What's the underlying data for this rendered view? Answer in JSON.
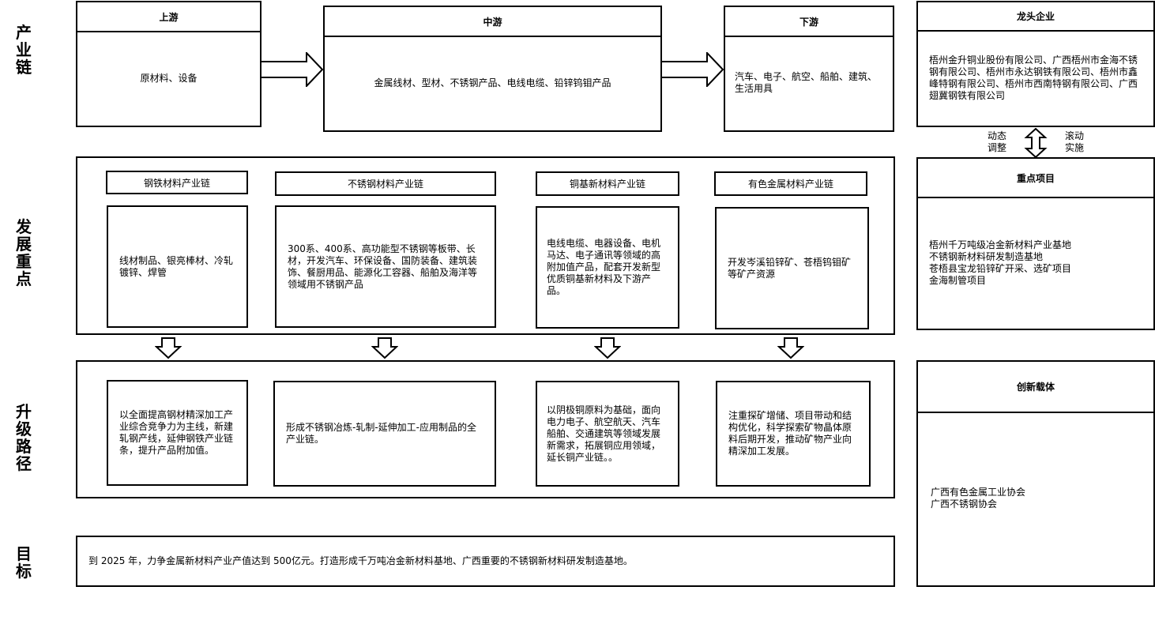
{
  "side_labels": {
    "chain": "产业链",
    "focus": "发展重点",
    "path": "升级路径",
    "goal": "目标"
  },
  "chain": {
    "upstream": {
      "title": "上游",
      "text": "原材料、设备"
    },
    "midstream": {
      "title": "中游",
      "text": "金属线材、型材、不锈钢产品、电线电缆、铅锌钨钼产品"
    },
    "downstream": {
      "title": "下游",
      "text": "汽车、电子、航空、船舶、建筑、生活用具"
    }
  },
  "leaders": {
    "title": "龙头企业",
    "text": "梧州金升铜业股份有限公司、广西梧州市金海不锈钢有限公司、梧州市永达钢铁有限公司、梧州市鑫峰特钢有限公司、梧州市西南特钢有限公司、广西翅冀钢铁有限公司"
  },
  "link": {
    "left": "动态调整",
    "right": "滚动实施"
  },
  "projects": {
    "title": "重点项目",
    "items": [
      "梧州千万吨级冶金新材料产业基地",
      "不锈钢新材料研发制造基地",
      "苍梧县宝龙铅锌矿开采、选矿项目",
      "金海制管项目"
    ]
  },
  "focus": [
    {
      "title": "钢铁材料产业链",
      "text": "线材制品、银亮棒材、冷轧镀锌、焊管"
    },
    {
      "title": "不锈钢材料产业链",
      "text": "300系、400系、高功能型不锈钢等板带、长材，开发汽车、环保设备、国防装备、建筑装饰、餐厨用品、能源化工容器、船舶及海洋等领域用不锈钢产品"
    },
    {
      "title": "铜基新材料产业链",
      "text": "电线电缆、电器设备、电机马达、电子通讯等领域的高附加值产品，配套开发新型优质铜基新材料及下游产品。"
    },
    {
      "title": "有色金属材料产业链",
      "text": "开发岑溪铅锌矿、苍梧钨钼矿等矿产资源"
    }
  ],
  "paths": [
    "以全面提高钢材精深加工产业综合竞争力为主线，新建轧钢产线，延伸钢铁产业链条，提升产品附加值。",
    "形成不锈钢冶炼-轧制-延伸加工-应用制品的全产业链。",
    "以阴极铜原料为基础，面向电力电子、航空航天、汽车船舶、交通建筑等领域发展新需求，拓展铜应用领域，延长铜产业链。。",
    "注重探矿增储、项目带动和结构优化，科学探索矿物晶体原料后期开发，推动矿物产业向精深加工发展。"
  ],
  "innovation": {
    "title": "创新载体",
    "items": [
      "广西有色金属工业协会",
      "广西不锈钢协会"
    ]
  },
  "goal": {
    "text": "到 2025 年，力争金属新材料产业产值达到 500亿元。打造形成千万吨冶金新材料基地、广西重要的不锈钢新材料研发制造基地。"
  }
}
